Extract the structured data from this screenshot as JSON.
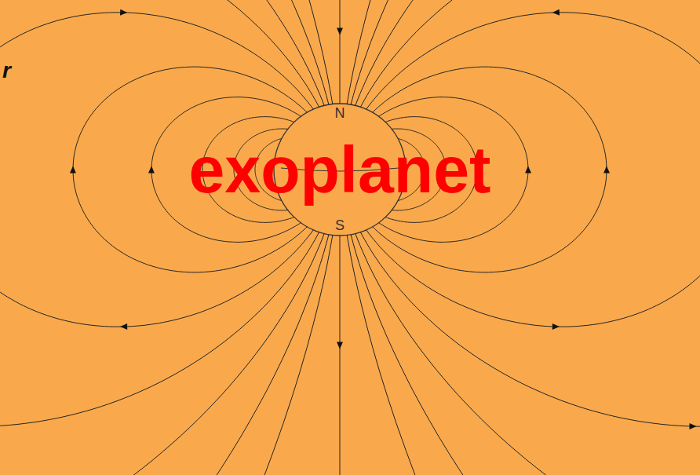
{
  "diagram": {
    "nodes": [
      {
        "text": [
          "N",
          "exoplanet",
          "S"
        ]
      }
    ],
    "labels": [
      "r"
    ]
  }
}
